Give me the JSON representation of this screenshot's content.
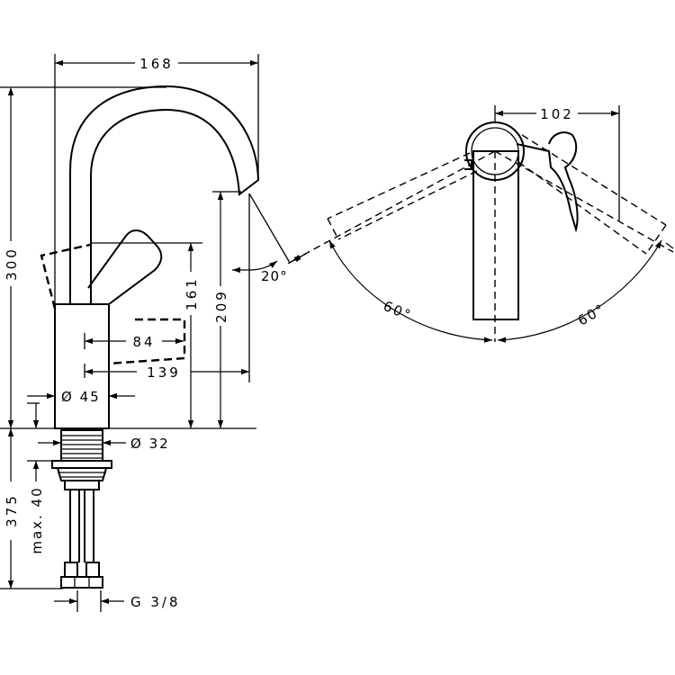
{
  "side_view": {
    "dim_width": "168",
    "dim_height": "300",
    "dim_handle_height": "161",
    "dim_spout_height": "209",
    "dim_handle_reach": "84",
    "dim_spout_reach": "139",
    "dim_body_diameter": "Ø 45",
    "dim_shank_diameter": "Ø 32",
    "dim_angle": "20°",
    "dim_below_deck": "375",
    "dim_max_deck": "max. 40",
    "dim_thread": "G 3/8"
  },
  "top_view": {
    "dim_offset": "102",
    "angle_left": "60°",
    "angle_right": "60°"
  }
}
